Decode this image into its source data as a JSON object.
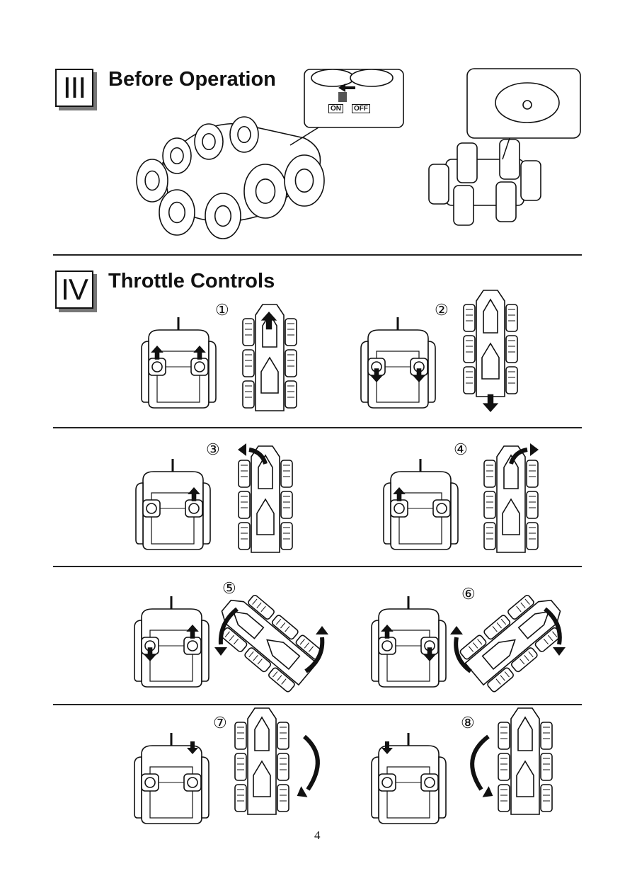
{
  "sections": [
    {
      "numeral": "III",
      "title": "Before Operation"
    },
    {
      "numeral": "IV",
      "title": "Throttle Controls"
    }
  ],
  "switch": {
    "on_label": "ON",
    "off_label": "OFF"
  },
  "panels": [
    {
      "number": "①",
      "left_stick": "up",
      "right_stick": "up",
      "car_motion": "forward"
    },
    {
      "number": "②",
      "left_stick": "down",
      "right_stick": "down",
      "car_motion": "backward"
    },
    {
      "number": "③",
      "left_stick": "none",
      "right_stick": "up",
      "car_motion": "turn-left"
    },
    {
      "number": "④",
      "left_stick": "up",
      "right_stick": "none",
      "car_motion": "turn-right"
    },
    {
      "number": "⑤",
      "left_stick": "down",
      "right_stick": "up",
      "car_motion": "spin-left"
    },
    {
      "number": "⑥",
      "left_stick": "up",
      "right_stick": "down",
      "car_motion": "spin-right"
    },
    {
      "number": "⑦",
      "left_stick": "none",
      "right_stick": "button",
      "car_motion": "flip-forward"
    },
    {
      "number": "⑧",
      "left_stick": "button",
      "right_stick": "none",
      "car_motion": "flip-backward"
    }
  ],
  "page_number": "4"
}
